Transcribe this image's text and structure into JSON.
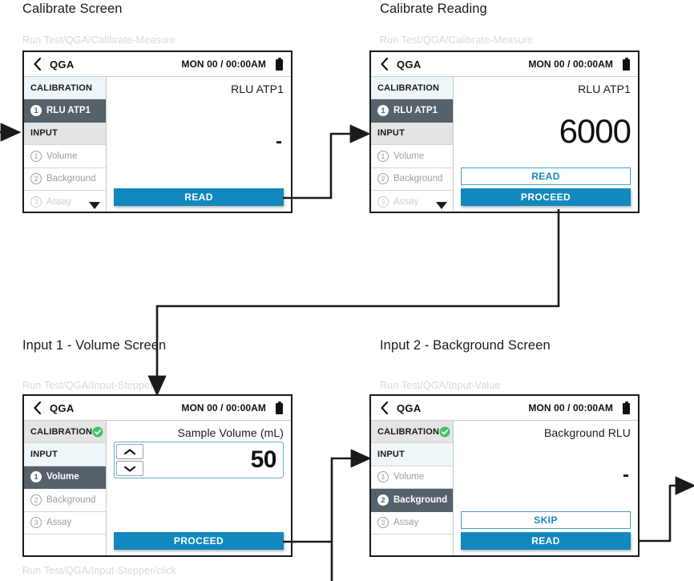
{
  "panels": [
    {
      "title": "Calibrate Screen",
      "crumb": "Run Test/QGA/Calibrate-Measure",
      "device": {
        "brand": "QGA",
        "time": "MON 00 / 00:00AM",
        "sidebar": [
          {
            "label": "CALIBRATION",
            "kind": "section",
            "state": "active"
          },
          {
            "label": "RLU ATP1",
            "kind": "item",
            "badge": "1",
            "state": "active"
          },
          {
            "label": "INPUT",
            "kind": "section",
            "state": "done"
          },
          {
            "label": "Volume",
            "kind": "item",
            "badge": "1",
            "state": "idle"
          },
          {
            "label": "Background",
            "kind": "item",
            "badge": "2",
            "state": "idle"
          },
          {
            "label": "Assay",
            "kind": "item",
            "badge": "3",
            "state": "faded"
          }
        ],
        "content_label": "RLU ATP1",
        "content_value": "-",
        "buttons": [
          {
            "label": "READ",
            "style": "primary"
          }
        ]
      }
    },
    {
      "title": "Calibrate Reading",
      "crumb": "Run Test/QGA/Calibrate-Measure",
      "device": {
        "brand": "QGA",
        "time": "MON 00 / 00:00AM",
        "sidebar": [
          {
            "label": "CALIBRATION",
            "kind": "section",
            "state": "active"
          },
          {
            "label": "RLU ATP1",
            "kind": "item",
            "badge": "1",
            "state": "active"
          },
          {
            "label": "INPUT",
            "kind": "section",
            "state": "done"
          },
          {
            "label": "Volume",
            "kind": "item",
            "badge": "1",
            "state": "idle"
          },
          {
            "label": "Background",
            "kind": "item",
            "badge": "2",
            "state": "idle"
          },
          {
            "label": "Assay",
            "kind": "item",
            "badge": "3",
            "state": "faded"
          }
        ],
        "content_label": "RLU ATP1",
        "content_value": "6000",
        "buttons": [
          {
            "label": "READ",
            "style": "outline"
          },
          {
            "label": "PROCEED",
            "style": "primary"
          }
        ]
      }
    },
    {
      "title": "Input 1 - Volume Screen",
      "crumb": "Run Test/QGA/Input-Stepper",
      "caption": "Run Test/QGA/Input-Stepper/click",
      "device": {
        "brand": "QGA",
        "time": "MON 00 / 00:00AM",
        "sidebar": [
          {
            "label": "CALIBRATION",
            "kind": "section",
            "state": "complete"
          },
          {
            "label": "INPUT",
            "kind": "section",
            "state": "active"
          },
          {
            "label": "Volume",
            "kind": "item",
            "badge": "1",
            "state": "active"
          },
          {
            "label": "Background",
            "kind": "item",
            "badge": "2",
            "state": "idle"
          },
          {
            "label": "Assay",
            "kind": "item",
            "badge": "3",
            "state": "idle"
          }
        ],
        "content_label": "Sample Volume (mL)",
        "stepper_value": "50",
        "buttons": [
          {
            "label": "PROCEED",
            "style": "primary"
          }
        ]
      }
    },
    {
      "title": "Input 2 - Background Screen",
      "crumb": "Run Test/QGA/Input-Value",
      "device": {
        "brand": "QGA",
        "time": "MON 00 / 00:00AM",
        "sidebar": [
          {
            "label": "CALIBRATION",
            "kind": "section",
            "state": "complete"
          },
          {
            "label": "INPUT",
            "kind": "section",
            "state": "active"
          },
          {
            "label": "Volume",
            "kind": "item",
            "badge": "1",
            "state": "idle"
          },
          {
            "label": "Background",
            "kind": "item",
            "badge": "2",
            "state": "active"
          },
          {
            "label": "Assay",
            "kind": "item",
            "badge": "3",
            "state": "idle"
          }
        ],
        "content_label": "Background RLU",
        "content_value": "-",
        "buttons": [
          {
            "label": "SKIP",
            "style": "outline"
          },
          {
            "label": "READ",
            "style": "primary"
          }
        ]
      }
    }
  ],
  "colors": {
    "accent": "#1289be",
    "accent_border": "#3da3cd",
    "active_row": "#55616b",
    "section_active": "#eef6fa",
    "section_done": "#e2e4e6",
    "check_green": "#41c363",
    "crumb_text": "#d8d8d8",
    "wire": "#1b1b1b"
  },
  "icons": {
    "back": "chevron-left-icon",
    "battery": "battery-icon",
    "check": "check-circle-icon",
    "up": "chevron-up-icon",
    "down": "chevron-down-icon",
    "scroll": "caret-down-icon"
  }
}
